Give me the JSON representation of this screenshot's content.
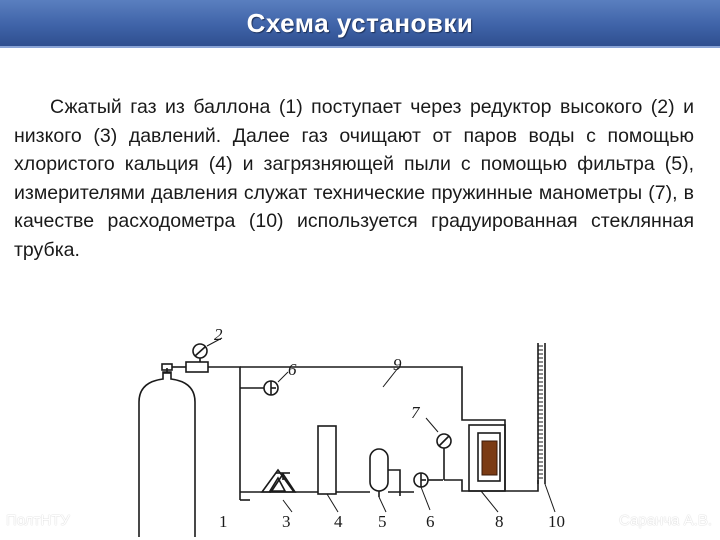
{
  "title": "Схема установки",
  "paragraph": "Сжатый газ из баллона (1) поступает через редуктор высокого (2) и низкого (3) давлений. Далее газ очищают от паров воды с помощью хлористого кальция (4) и загрязняющей пыли с помощью фильтра (5), измерителями давления служат технические пружинные манометры (7), в качестве расходометра (10) используется градуированная стеклянная трубка.",
  "diagram": {
    "labels": {
      "l1": "1",
      "l2": "2",
      "l3": "3",
      "l4": "4",
      "l5": "5",
      "l6_bottom": "6",
      "l6_top": "6",
      "l7": "7",
      "l8": "8",
      "l9": "9",
      "l10": "10"
    }
  },
  "footer": {
    "left": "ПолтНТУ",
    "right": "Саранча А.В."
  }
}
